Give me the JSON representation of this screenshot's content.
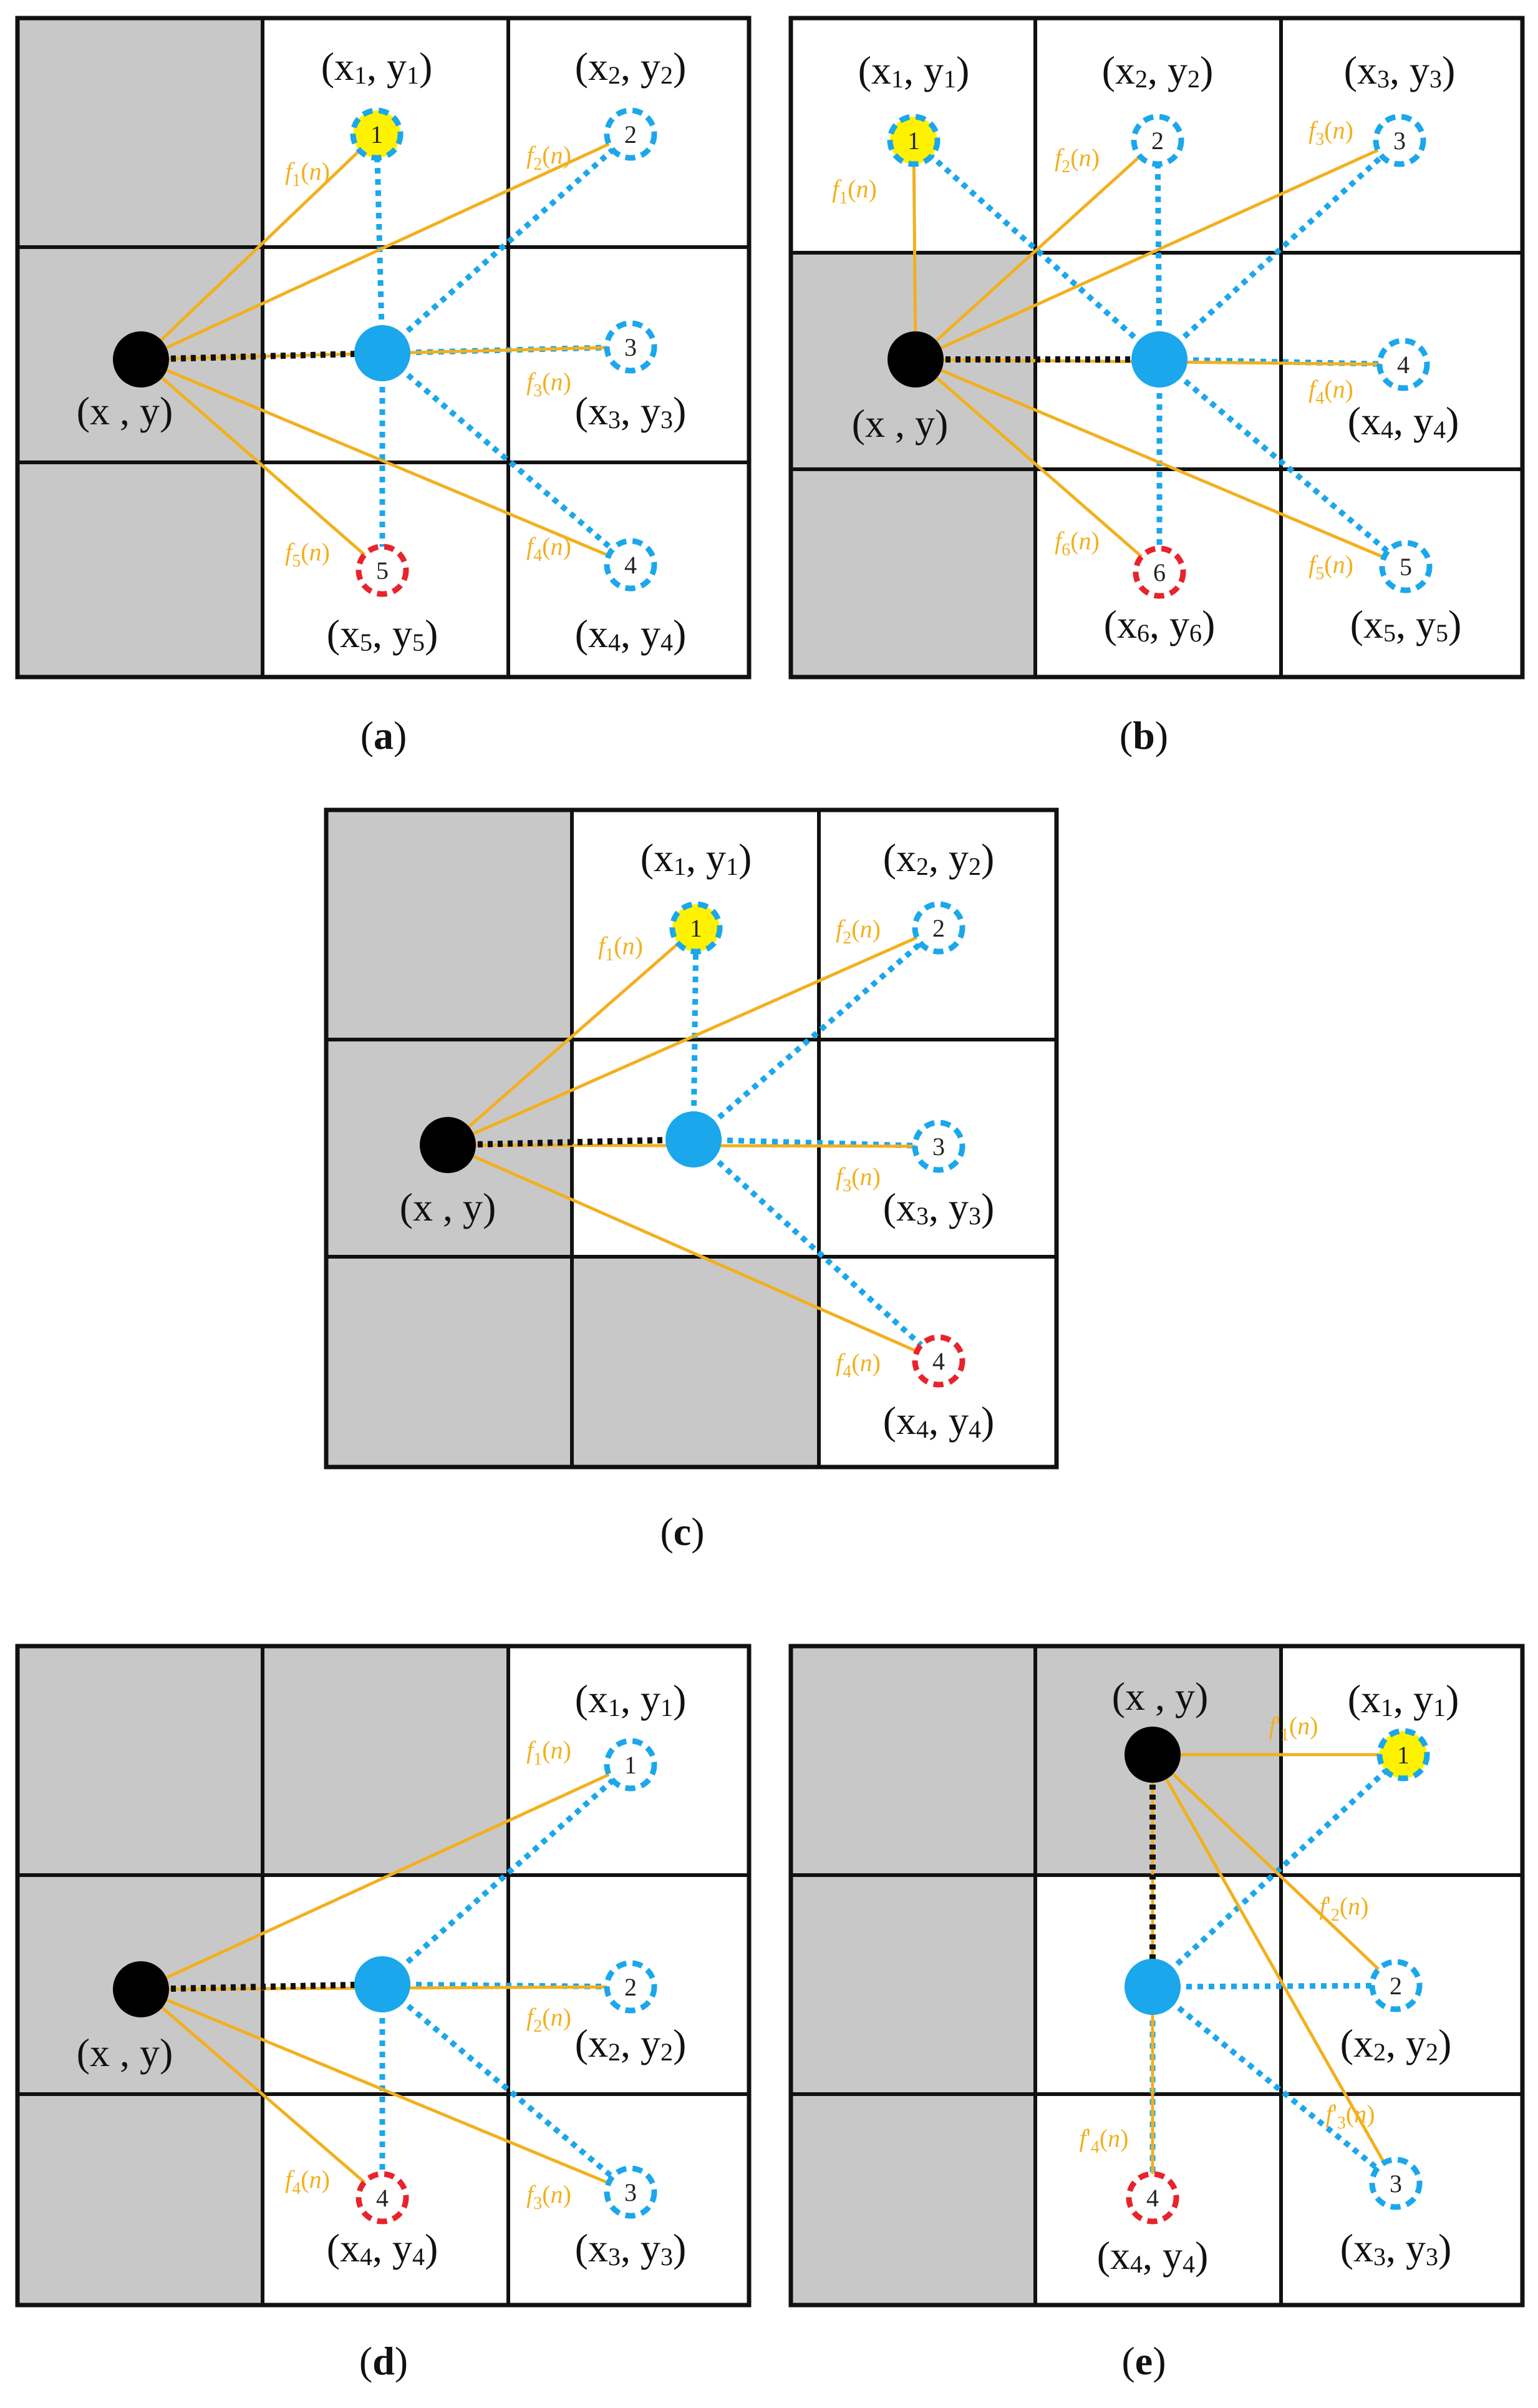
{
  "colors": {
    "shaded_cell": "#c8c8c8",
    "grid_line": "#111111",
    "origin_node": "#000000",
    "center_node": "#1aa7ec",
    "neighbor_dash": "#1aa7ec",
    "target_fill": "#fff200",
    "blocked_dash": "#e8232b",
    "solid_edge": "#f2b01e",
    "dotted_black": "#111111"
  },
  "panels": [
    {
      "caption_open": "(",
      "caption_letter": "a",
      "caption_close": ")",
      "origin_label": "(x , y)",
      "nodes": [
        {
          "number": "1",
          "state": "target",
          "label": "(x1, y1)",
          "edge_label": "f1(n)"
        },
        {
          "number": "2",
          "state": "normal",
          "label": "(x2, y2)",
          "edge_label": "f2(n)"
        },
        {
          "number": "3",
          "state": "normal",
          "label": "(x3, y3)",
          "edge_label": "f3(n)"
        },
        {
          "number": "4",
          "state": "normal",
          "label": "(x4, y4)",
          "edge_label": "f4(n)"
        },
        {
          "number": "5",
          "state": "blocked",
          "label": "(x5, y5)",
          "edge_label": "f5(n)"
        }
      ]
    },
    {
      "caption_open": "(",
      "caption_letter": "b",
      "caption_close": ")",
      "origin_label": "(x , y)",
      "nodes": [
        {
          "number": "1",
          "state": "target",
          "label": "(x1, y1)",
          "edge_label": "f1(n)"
        },
        {
          "number": "2",
          "state": "normal",
          "label": "(x2, y2)",
          "edge_label": "f2(n)"
        },
        {
          "number": "3",
          "state": "normal",
          "label": "(x3, y3)",
          "edge_label": "f3(n)"
        },
        {
          "number": "4",
          "state": "normal",
          "label": "(x4, y4)",
          "edge_label": "f4(n)"
        },
        {
          "number": "5",
          "state": "normal",
          "label": "(x5, y5)",
          "edge_label": "f5(n)"
        },
        {
          "number": "6",
          "state": "blocked",
          "label": "(x6, y6)",
          "edge_label": "f6(n)"
        }
      ]
    },
    {
      "caption_open": "(",
      "caption_letter": "c",
      "caption_close": ")",
      "origin_label": "(x , y)",
      "nodes": [
        {
          "number": "1",
          "state": "target",
          "label": "(x1, y1)",
          "edge_label": "f1(n)"
        },
        {
          "number": "2",
          "state": "normal",
          "label": "(x2, y2)",
          "edge_label": "f2(n)"
        },
        {
          "number": "3",
          "state": "normal",
          "label": "(x3, y3)",
          "edge_label": "f3(n)"
        },
        {
          "number": "4",
          "state": "blocked",
          "label": "(x4, y4)",
          "edge_label": "f4(n)"
        }
      ]
    },
    {
      "caption_open": "(",
      "caption_letter": "d",
      "caption_close": ")",
      "origin_label": "(x , y)",
      "nodes": [
        {
          "number": "1",
          "state": "normal",
          "label": "(x1, y1)",
          "edge_label": "f1(n)"
        },
        {
          "number": "2",
          "state": "normal",
          "label": "(x2, y2)",
          "edge_label": "f2(n)"
        },
        {
          "number": "3",
          "state": "normal",
          "label": "(x3, y3)",
          "edge_label": "f3(n)"
        },
        {
          "number": "4",
          "state": "blocked",
          "label": "(x4, y4)",
          "edge_label": "f4(n)"
        }
      ]
    },
    {
      "caption_open": "(",
      "caption_letter": "e",
      "caption_close": ")",
      "origin_label": "(x , y)",
      "nodes": [
        {
          "number": "1",
          "state": "target",
          "label": "(x1, y1)",
          "edge_label": "f'1(n)"
        },
        {
          "number": "2",
          "state": "normal",
          "label": "(x2, y2)",
          "edge_label": "f'2(n)"
        },
        {
          "number": "3",
          "state": "normal",
          "label": "(x3, y3)",
          "edge_label": "f'3(n)"
        },
        {
          "number": "4",
          "state": "blocked",
          "label": "(x4, y4)",
          "edge_label": "f'4(n)"
        }
      ]
    }
  ]
}
